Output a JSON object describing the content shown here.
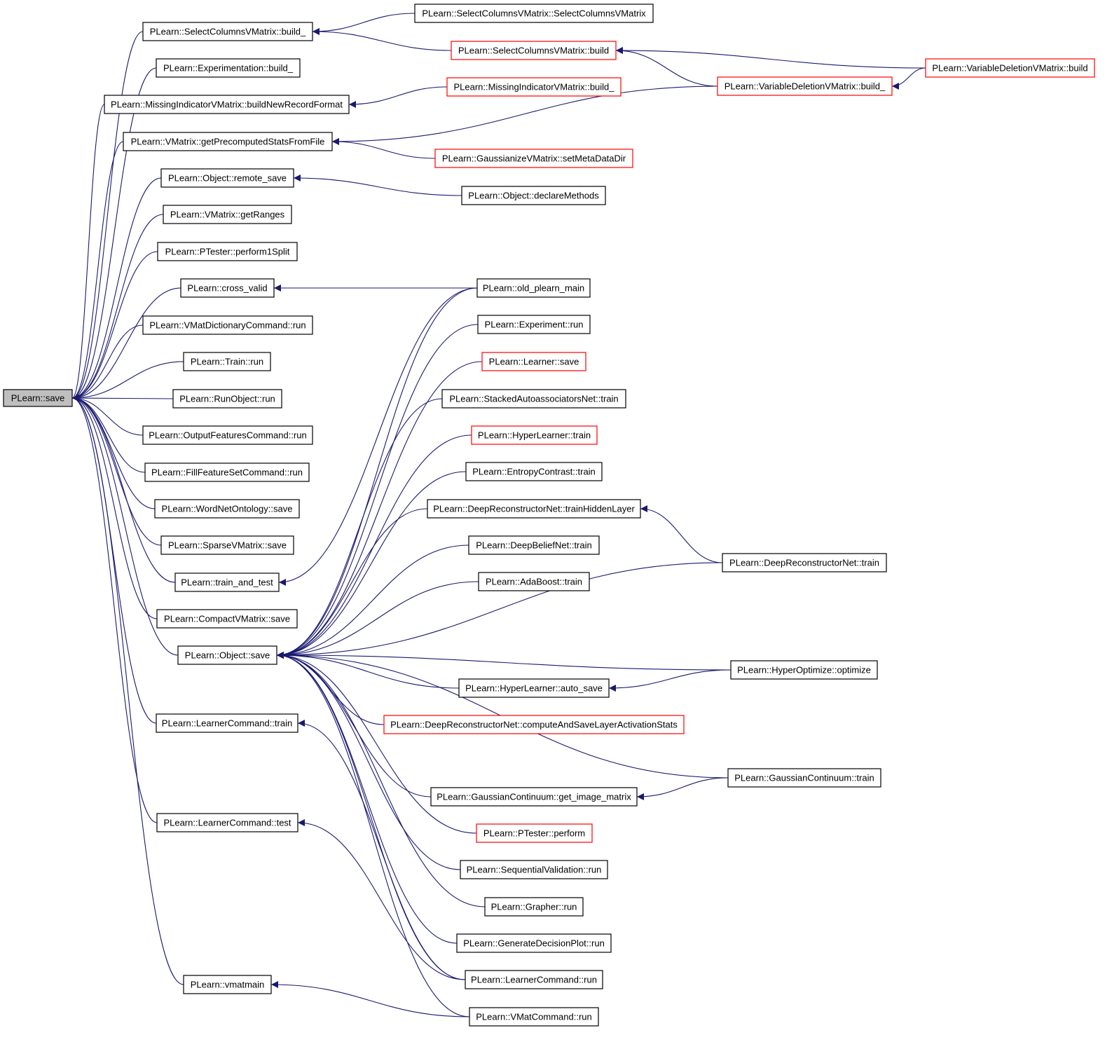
{
  "colors": {
    "edge": "#191970",
    "border_normal": "#000000",
    "border_truncated": "#ff0000",
    "focus_fill": "#bfbfbf",
    "node_fill": "#ffffff"
  },
  "nodes": [
    {
      "id": "save",
      "label": "PLearn::save",
      "style": "focus"
    },
    {
      "id": "scv_build_",
      "label": "PLearn::SelectColumnsVMatrix::build_",
      "style": "normal"
    },
    {
      "id": "experimentation_build_",
      "label": "PLearn::Experimentation::build_",
      "style": "normal"
    },
    {
      "id": "mivm_buildnew",
      "label": "PLearn::MissingIndicatorVMatrix::buildNewRecordFormat",
      "style": "normal"
    },
    {
      "id": "vm_getprecomp",
      "label": "PLearn::VMatrix::getPrecomputedStatsFromFile",
      "style": "normal"
    },
    {
      "id": "obj_remote_save",
      "label": "PLearn::Object::remote_save",
      "style": "normal"
    },
    {
      "id": "vm_getranges",
      "label": "PLearn::VMatrix::getRanges",
      "style": "normal"
    },
    {
      "id": "ptester_perform1split",
      "label": "PLearn::PTester::perform1Split",
      "style": "normal"
    },
    {
      "id": "cross_valid",
      "label": "PLearn::cross_valid",
      "style": "normal"
    },
    {
      "id": "vmatdict_run",
      "label": "PLearn::VMatDictionaryCommand::run",
      "style": "normal"
    },
    {
      "id": "train_run",
      "label": "PLearn::Train::run",
      "style": "normal"
    },
    {
      "id": "runobject_run",
      "label": "PLearn::RunObject::run",
      "style": "normal"
    },
    {
      "id": "outputfeat_run",
      "label": "PLearn::OutputFeaturesCommand::run",
      "style": "normal"
    },
    {
      "id": "fillfeat_run",
      "label": "PLearn::FillFeatureSetCommand::run",
      "style": "normal"
    },
    {
      "id": "wordnet_save",
      "label": "PLearn::WordNetOntology::save",
      "style": "normal"
    },
    {
      "id": "sparsevm_save",
      "label": "PLearn::SparseVMatrix::save",
      "style": "normal"
    },
    {
      "id": "train_and_test",
      "label": "PLearn::train_and_test",
      "style": "normal"
    },
    {
      "id": "compactvm_save",
      "label": "PLearn::CompactVMatrix::save",
      "style": "normal"
    },
    {
      "id": "object_save",
      "label": "PLearn::Object::save",
      "style": "normal"
    },
    {
      "id": "learnercmd_train",
      "label": "PLearn::LearnerCommand::train",
      "style": "normal"
    },
    {
      "id": "learnercmd_test",
      "label": "PLearn::LearnerCommand::test",
      "style": "normal"
    },
    {
      "id": "vmatmain",
      "label": "PLearn::vmatmain",
      "style": "normal"
    },
    {
      "id": "scv_ctor",
      "label": "PLearn::SelectColumnsVMatrix::SelectColumnsVMatrix",
      "style": "normal"
    },
    {
      "id": "scv_build",
      "label": "PLearn::SelectColumnsVMatrix::build",
      "style": "truncated"
    },
    {
      "id": "mivm_build_",
      "label": "PLearn::MissingIndicatorVMatrix::build_",
      "style": "truncated"
    },
    {
      "id": "gauss_setmeta",
      "label": "PLearn::GaussianizeVMatrix::setMetaDataDir",
      "style": "truncated"
    },
    {
      "id": "obj_declaremethods",
      "label": "PLearn::Object::declareMethods",
      "style": "normal"
    },
    {
      "id": "old_plearn_main",
      "label": "PLearn::old_plearn_main",
      "style": "normal"
    },
    {
      "id": "experiment_run",
      "label": "PLearn::Experiment::run",
      "style": "normal"
    },
    {
      "id": "learner_save",
      "label": "PLearn::Learner::save",
      "style": "truncated"
    },
    {
      "id": "stackedauto_train",
      "label": "PLearn::StackedAutoassociatorsNet::train",
      "style": "normal"
    },
    {
      "id": "hyperlearner_train",
      "label": "PLearn::HyperLearner::train",
      "style": "truncated"
    },
    {
      "id": "entropy_train",
      "label": "PLearn::EntropyContrast::train",
      "style": "normal"
    },
    {
      "id": "drn_trainhidden",
      "label": "PLearn::DeepReconstructorNet::trainHiddenLayer",
      "style": "normal"
    },
    {
      "id": "dbn_train",
      "label": "PLearn::DeepBeliefNet::train",
      "style": "normal"
    },
    {
      "id": "adaboost_train",
      "label": "PLearn::AdaBoost::train",
      "style": "normal"
    },
    {
      "id": "hyperlearner_autosave",
      "label": "PLearn::HyperLearner::auto_save",
      "style": "normal"
    },
    {
      "id": "drn_computesave",
      "label": "PLearn::DeepReconstructorNet::computeAndSaveLayerActivationStats",
      "style": "truncated"
    },
    {
      "id": "gc_getimage",
      "label": "PLearn::GaussianContinuum::get_image_matrix",
      "style": "normal"
    },
    {
      "id": "ptester_perform",
      "label": "PLearn::PTester::perform",
      "style": "truncated"
    },
    {
      "id": "seqval_run",
      "label": "PLearn::SequentialValidation::run",
      "style": "normal"
    },
    {
      "id": "grapher_run",
      "label": "PLearn::Grapher::run",
      "style": "normal"
    },
    {
      "id": "gendecision_run",
      "label": "PLearn::GenerateDecisionPlot::run",
      "style": "normal"
    },
    {
      "id": "learnercmd_run",
      "label": "PLearn::LearnerCommand::run",
      "style": "normal"
    },
    {
      "id": "vmatcmd_run",
      "label": "PLearn::VMatCommand::run",
      "style": "normal"
    },
    {
      "id": "vdvm_build_",
      "label": "PLearn::VariableDeletionVMatrix::build_",
      "style": "truncated"
    },
    {
      "id": "vdvm_build",
      "label": "PLearn::VariableDeletionVMatrix::build",
      "style": "truncated"
    },
    {
      "id": "drn_train",
      "label": "PLearn::DeepReconstructorNet::train",
      "style": "normal"
    },
    {
      "id": "hyperopt_optimize",
      "label": "PLearn::HyperOptimize::optimize",
      "style": "normal"
    },
    {
      "id": "gc_train",
      "label": "PLearn::GaussianContinuum::train",
      "style": "normal"
    }
  ],
  "edges": [
    {
      "from": "scv_build_",
      "to": "save"
    },
    {
      "from": "experimentation_build_",
      "to": "save"
    },
    {
      "from": "mivm_buildnew",
      "to": "save"
    },
    {
      "from": "vm_getprecomp",
      "to": "save"
    },
    {
      "from": "obj_remote_save",
      "to": "save"
    },
    {
      "from": "vm_getranges",
      "to": "save"
    },
    {
      "from": "ptester_perform1split",
      "to": "save"
    },
    {
      "from": "cross_valid",
      "to": "save"
    },
    {
      "from": "vmatdict_run",
      "to": "save"
    },
    {
      "from": "train_run",
      "to": "save"
    },
    {
      "from": "runobject_run",
      "to": "save"
    },
    {
      "from": "outputfeat_run",
      "to": "save"
    },
    {
      "from": "fillfeat_run",
      "to": "save"
    },
    {
      "from": "wordnet_save",
      "to": "save"
    },
    {
      "from": "sparsevm_save",
      "to": "save"
    },
    {
      "from": "train_and_test",
      "to": "save"
    },
    {
      "from": "compactvm_save",
      "to": "save"
    },
    {
      "from": "object_save",
      "to": "save"
    },
    {
      "from": "learnercmd_train",
      "to": "save"
    },
    {
      "from": "learnercmd_test",
      "to": "save"
    },
    {
      "from": "vmatmain",
      "to": "save"
    },
    {
      "from": "scv_ctor",
      "to": "scv_build_"
    },
    {
      "from": "scv_build",
      "to": "scv_build_"
    },
    {
      "from": "vdvm_build_",
      "to": "scv_build"
    },
    {
      "from": "vdvm_build",
      "to": "scv_build"
    },
    {
      "from": "vdvm_build",
      "to": "vdvm_build_"
    },
    {
      "from": "mivm_build_",
      "to": "mivm_buildnew"
    },
    {
      "from": "vdvm_build_",
      "to": "vm_getprecomp"
    },
    {
      "from": "gauss_setmeta",
      "to": "vm_getprecomp"
    },
    {
      "from": "obj_declaremethods",
      "to": "obj_remote_save"
    },
    {
      "from": "old_plearn_main",
      "to": "cross_valid"
    },
    {
      "from": "old_plearn_main",
      "to": "train_and_test"
    },
    {
      "from": "old_plearn_main",
      "to": "object_save"
    },
    {
      "from": "experiment_run",
      "to": "object_save"
    },
    {
      "from": "learner_save",
      "to": "object_save"
    },
    {
      "from": "stackedauto_train",
      "to": "object_save"
    },
    {
      "from": "hyperlearner_train",
      "to": "object_save"
    },
    {
      "from": "entropy_train",
      "to": "object_save"
    },
    {
      "from": "drn_trainhidden",
      "to": "object_save"
    },
    {
      "from": "dbn_train",
      "to": "object_save"
    },
    {
      "from": "adaboost_train",
      "to": "object_save"
    },
    {
      "from": "drn_train",
      "to": "object_save"
    },
    {
      "from": "drn_train",
      "to": "drn_trainhidden"
    },
    {
      "from": "hyperopt_optimize",
      "to": "object_save"
    },
    {
      "from": "hyperopt_optimize",
      "to": "hyperlearner_autosave"
    },
    {
      "from": "hyperlearner_autosave",
      "to": "object_save"
    },
    {
      "from": "drn_computesave",
      "to": "object_save"
    },
    {
      "from": "gc_train",
      "to": "object_save"
    },
    {
      "from": "gc_train",
      "to": "gc_getimage"
    },
    {
      "from": "gc_getimage",
      "to": "object_save"
    },
    {
      "from": "ptester_perform",
      "to": "object_save"
    },
    {
      "from": "seqval_run",
      "to": "object_save"
    },
    {
      "from": "grapher_run",
      "to": "object_save"
    },
    {
      "from": "gendecision_run",
      "to": "object_save"
    },
    {
      "from": "learnercmd_run",
      "to": "object_save"
    },
    {
      "from": "learnercmd_run",
      "to": "learnercmd_train"
    },
    {
      "from": "learnercmd_run",
      "to": "learnercmd_test"
    },
    {
      "from": "vmatcmd_run",
      "to": "object_save"
    },
    {
      "from": "vmatcmd_run",
      "to": "vmatmain"
    }
  ]
}
